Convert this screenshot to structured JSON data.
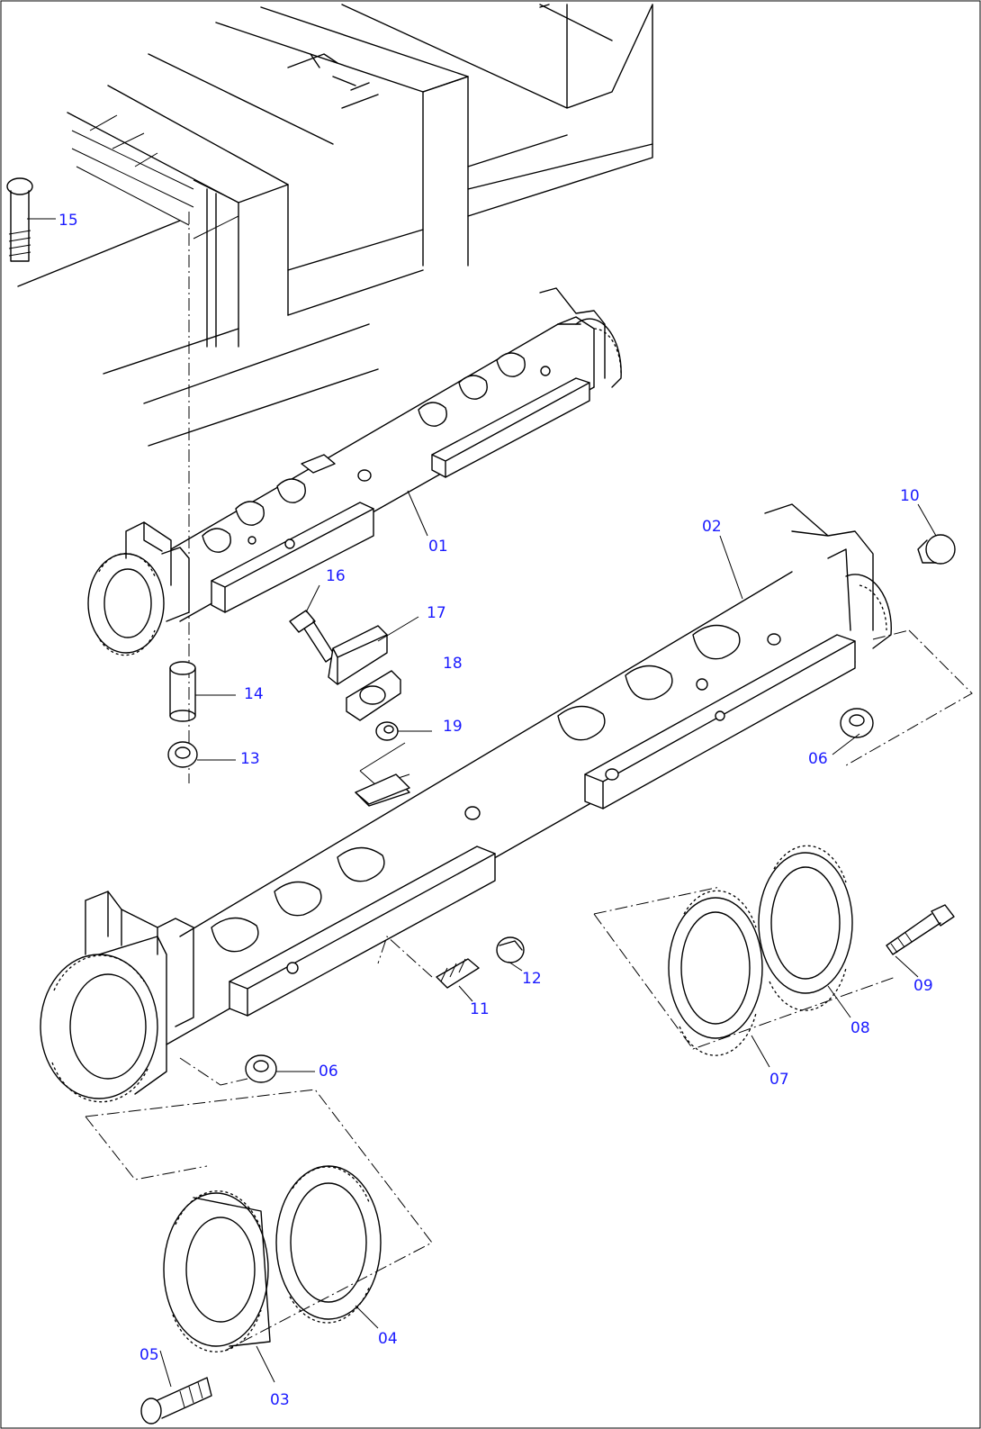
{
  "labels": {
    "p01": "01",
    "p02": "02",
    "p03": "03",
    "p04": "04",
    "p05": "05",
    "p06a": "06",
    "p06b": "06",
    "p07": "07",
    "p08": "08",
    "p09": "09",
    "p10": "10",
    "p11": "11",
    "p12": "12",
    "p13": "13",
    "p14": "14",
    "p15": "15",
    "p16": "16",
    "p17": "17",
    "p18": "18",
    "p19": "19"
  },
  "colors": {
    "line": "#000000",
    "label": "#1a1aff",
    "background": "#ffffff"
  }
}
